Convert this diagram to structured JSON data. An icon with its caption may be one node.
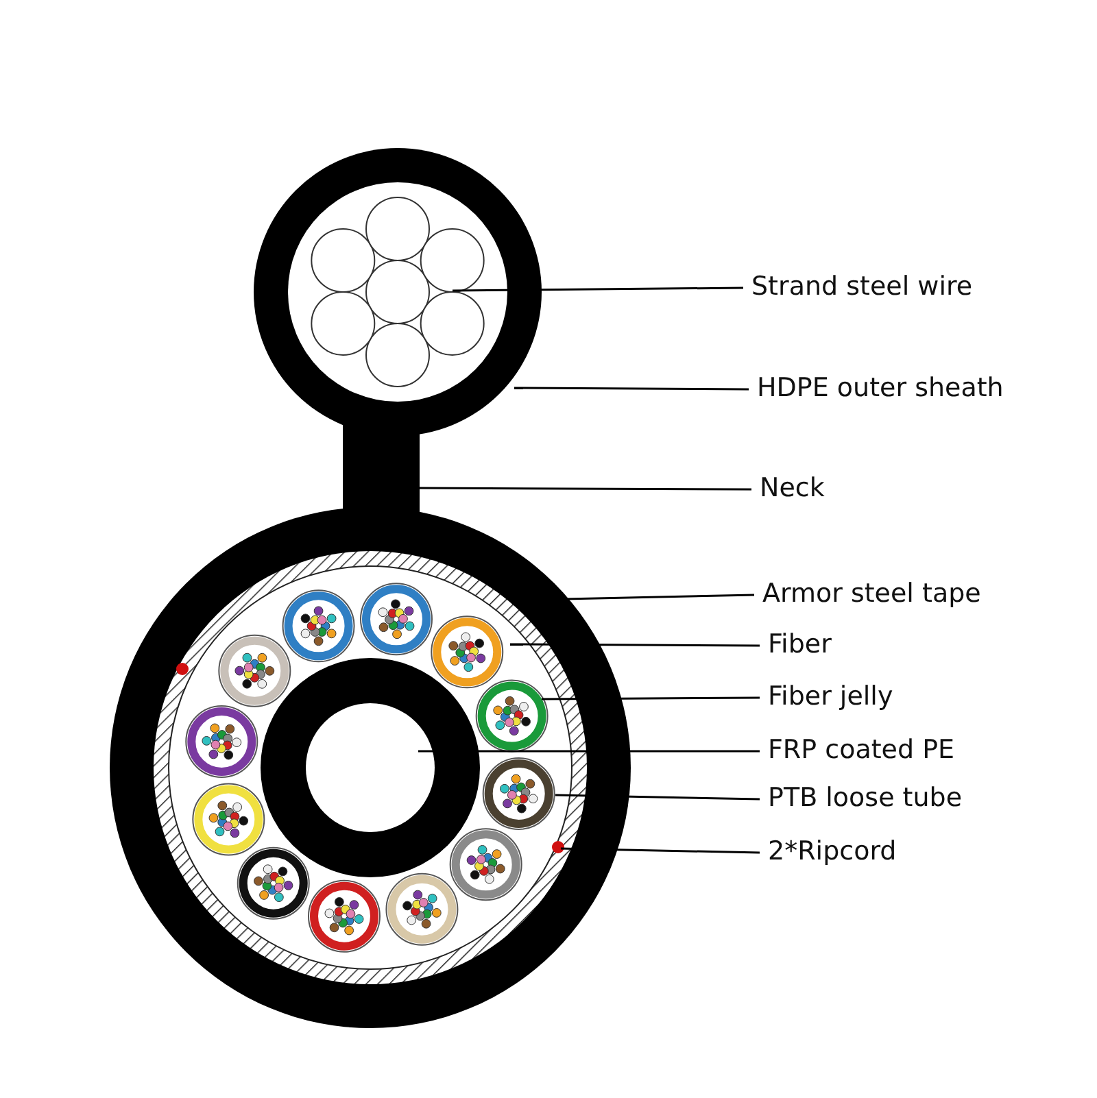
{
  "diagram": {
    "nodes": [
      {
        "text": [
          "Strand steel wire"
        ]
      },
      {
        "text": [
          "HDPE outer sheath"
        ]
      },
      {
        "text": [
          "Neck"
        ]
      },
      {
        "text": [
          "Armor steel tape"
        ]
      },
      {
        "text": [
          "Fiber"
        ]
      },
      {
        "text": [
          "Fiber jelly"
        ]
      },
      {
        "text": [
          "FRP coated PE"
        ]
      },
      {
        "text": [
          "PTB loose tube"
        ]
      },
      {
        "text": [
          "2*Ripcord"
        ]
      }
    ],
    "edges": [
      {
        "from": 0,
        "to": null,
        "arrow": "none"
      },
      {
        "from": 1,
        "to": null,
        "arrow": "none"
      },
      {
        "from": 2,
        "to": null,
        "arrow": "none"
      },
      {
        "from": 3,
        "to": null,
        "arrow": "none"
      },
      {
        "from": 4,
        "to": null,
        "arrow": "none"
      },
      {
        "from": 5,
        "to": null,
        "arrow": "none"
      },
      {
        "from": 6,
        "to": null,
        "arrow": "none"
      },
      {
        "from": 7,
        "to": null,
        "arrow": "none"
      },
      {
        "from": 8,
        "to": null,
        "arrow": "none"
      }
    ]
  }
}
